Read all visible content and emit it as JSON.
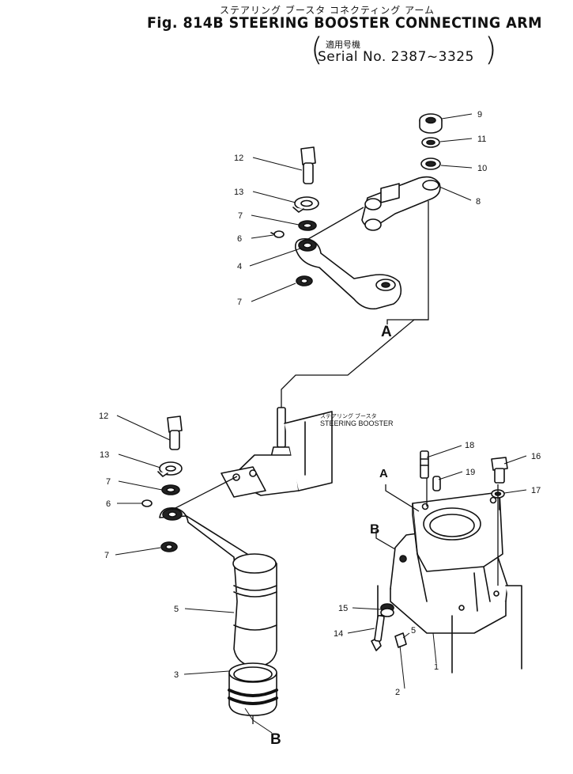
{
  "header": {
    "title_jp": "ステアリング ブースタ コネクティング アーム",
    "title": "Fig. 814B STEERING BOOSTER CONNECTING ARM",
    "applicable_jp": "適用号機",
    "serial": "Serial No. 2387~3325"
  },
  "labels": {
    "booster_jp": "ステアリング ブースタ",
    "booster": "STEERING BOOSTER",
    "ref_a": "A",
    "ref_b": "B"
  },
  "callouts": {
    "n1": "1",
    "n2": "2",
    "n3": "3",
    "n4": "4",
    "n5": "5",
    "n6": "6",
    "n7": "7",
    "n8": "8",
    "n9": "9",
    "n10": "10",
    "n11": "11",
    "n12": "12",
    "n13": "13",
    "n14": "14",
    "n15": "15",
    "n16": "16",
    "n17": "17",
    "n18": "18",
    "n19": "19"
  }
}
